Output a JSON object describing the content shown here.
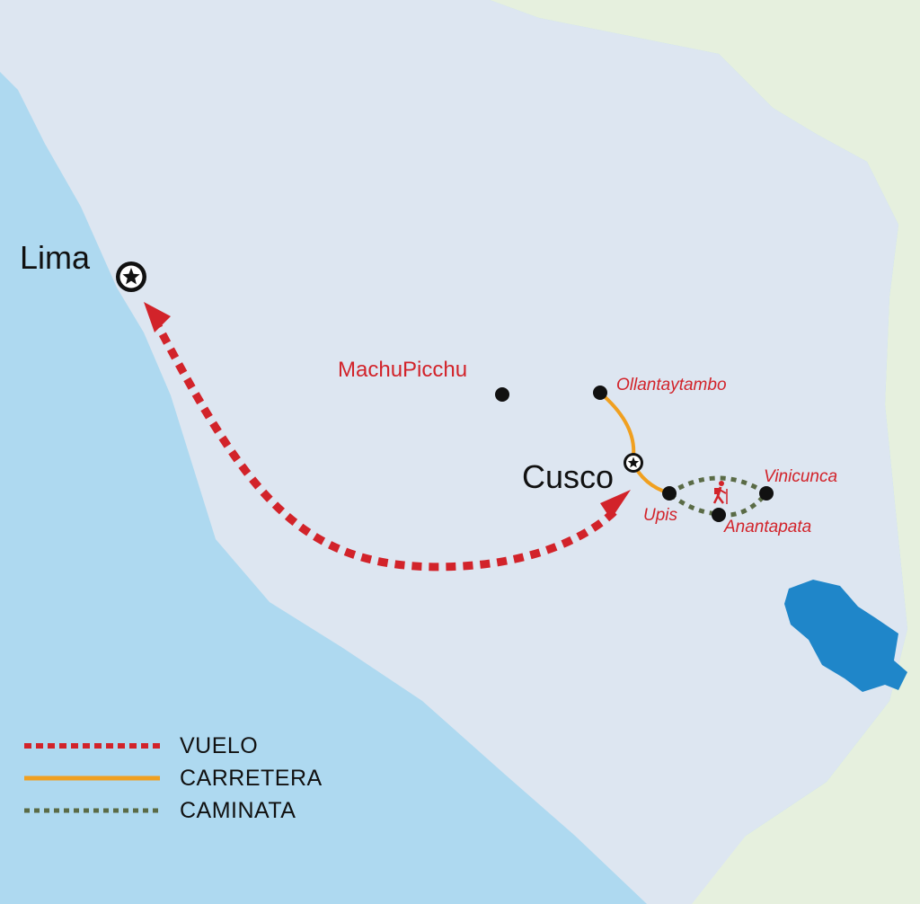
{
  "colors": {
    "ocean": "#aed9f0",
    "land_outside": "#e6f0de",
    "region": "#dde6f1",
    "lake": "#1f86c9",
    "flight": "#d2232a",
    "road": "#f0a020",
    "trek": "#5a6b46",
    "place_label": "#d2232a",
    "main_label": "#111111"
  },
  "places": {
    "lima": "Lima",
    "machu_picchu": "MachuPicchu",
    "ollantaytambo": "Ollantaytambo",
    "cusco": "Cusco",
    "upis": "Upis",
    "vinicunca": "Vinicunca",
    "anantapata": "Anantapata"
  },
  "icons": {
    "capital": "star-marker-icon",
    "point": "dot-marker-icon",
    "hiker": "hiker-icon"
  },
  "legend": {
    "flight": "VUELO",
    "road": "CARRETERA",
    "trek": "CAMINATA"
  }
}
